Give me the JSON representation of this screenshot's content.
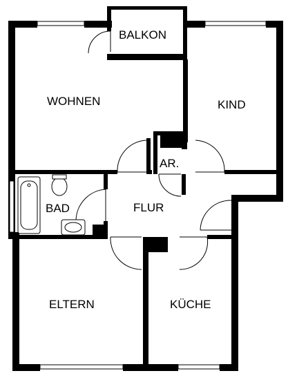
{
  "floor_plan": {
    "rooms": [
      {
        "id": "balkon",
        "label": "BALKON"
      },
      {
        "id": "wohnen",
        "label": "WOHNEN"
      },
      {
        "id": "kind",
        "label": "KIND"
      },
      {
        "id": "ar",
        "label": "AR."
      },
      {
        "id": "bad",
        "label": "BAD"
      },
      {
        "id": "flur",
        "label": "FLUR"
      },
      {
        "id": "eltern",
        "label": "ELTERN"
      },
      {
        "id": "kueche",
        "label": "KÜCHE"
      }
    ],
    "colors": {
      "wall": "#000000",
      "background": "#ffffff"
    }
  }
}
